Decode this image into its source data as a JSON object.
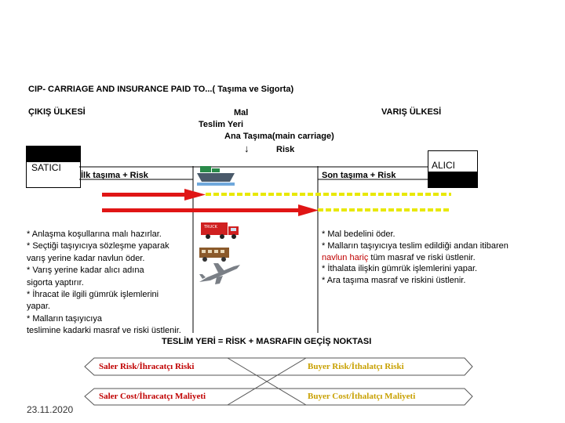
{
  "title": "CIP- CARRIAGE AND INSURANCE PAID TO...( Taşıma ve Sigorta)",
  "export_country": "ÇIKIŞ ÜLKESİ",
  "import_country": "VARIŞ ÜLKESİ",
  "center": {
    "line1": "Mal",
    "line2": "Teslim Yeri",
    "line3": "Ana Taşıma(main carriage)",
    "arrow": "↓",
    "risk": "Risk"
  },
  "seller": "SATICI",
  "buyer": "ALICI",
  "first_carriage": "İlk taşıma + Risk",
  "last_carriage": "Son taşıma + Risk",
  "truck_label": "TRUCK",
  "seller_duties": [
    "* Anlaşma koşullarına malı hazırlar.",
    "* Seçtiği taşıyıcıya sözleşme yaparak",
    "varış yerine kadar navlun öder.",
    "* Varış yerine kadar alıcı adına",
    "sigorta yaptırır.",
    "* İhracat ile ilgili gümrük işlemlerini",
    "yapar.",
    "* Malların taşıyıcıya",
    "teslimine kadarki masraf ve riski üstlenir."
  ],
  "buyer_duties": {
    "d1": "* Mal bedelini öder.",
    "d2": "* Malların taşıyıcıya teslim edildiği andan itibaren",
    "d3_red": "navlun hariç",
    "d3_rest": " tüm masraf ve riski üstlenir.",
    "d4": "* İthalata ilişkin gümrük işlemlerini yapar.",
    "d5": "* Ara taşıma masraf ve riskini üstlenir."
  },
  "transfer_point": "TESLİM YERİ = RİSK + MASRAFIN GEÇİŞ NOKTASI",
  "bottom": {
    "seller_risk": "Saler Risk/İhracatçı Riski",
    "buyer_risk": "Buyer Risk/İthalatçı Riski",
    "seller_cost": "Saler Cost/İhracatçı Maliyeti",
    "buyer_cost": "Buyer Cost/İthalatçı Maliyeti"
  },
  "date": "23.11.2020",
  "colors": {
    "red_arrow": "#e01515",
    "yellow_line": "#e8e800",
    "bottom_red": "#c00000",
    "bottom_gold": "#c8a000"
  },
  "icons": [
    "ship-icon",
    "truck-icon",
    "train-icon",
    "airplane-icon"
  ]
}
